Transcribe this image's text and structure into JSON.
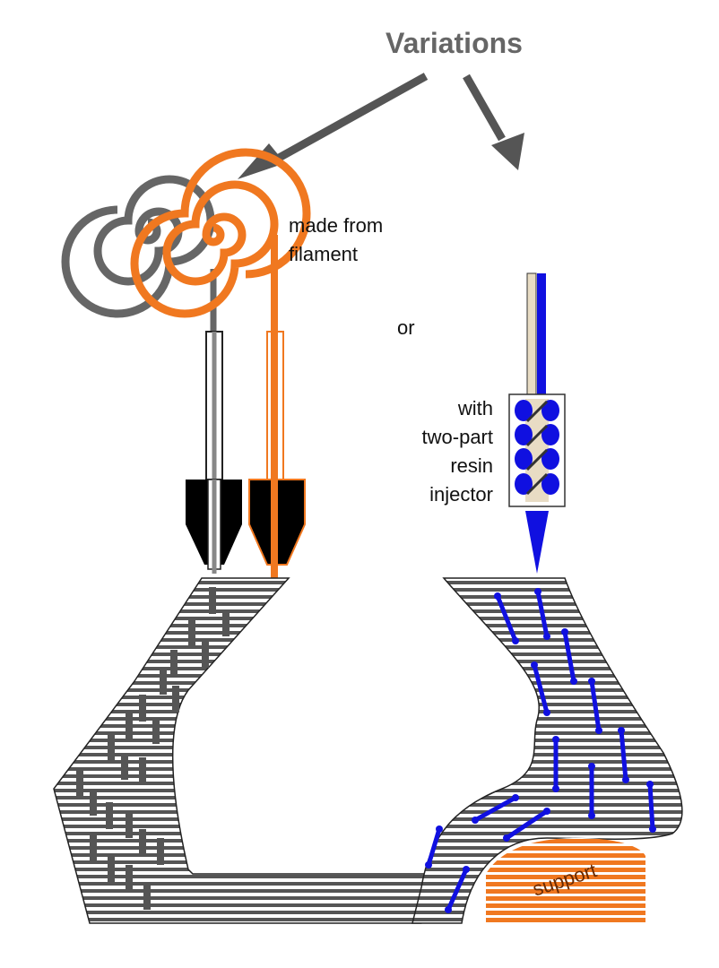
{
  "diagram": {
    "title": "Variations",
    "label_filament_line1": "made from",
    "label_filament_line2": "filament",
    "label_or": "or",
    "label_injector_line1": "with",
    "label_injector_line2": "two-part",
    "label_injector_line3": "resin",
    "label_injector_line4": "injector",
    "label_support": "support"
  },
  "colors": {
    "title": "#666666",
    "arrow": "#555555",
    "spool_gray": "#666666",
    "filament_orange": "#f07820",
    "nozzle_black": "#000000",
    "resin_blue": "#1010e0",
    "resin_beige": "#e8dcc4",
    "layer_stripe": "#555555",
    "support_orange": "#f07820"
  }
}
